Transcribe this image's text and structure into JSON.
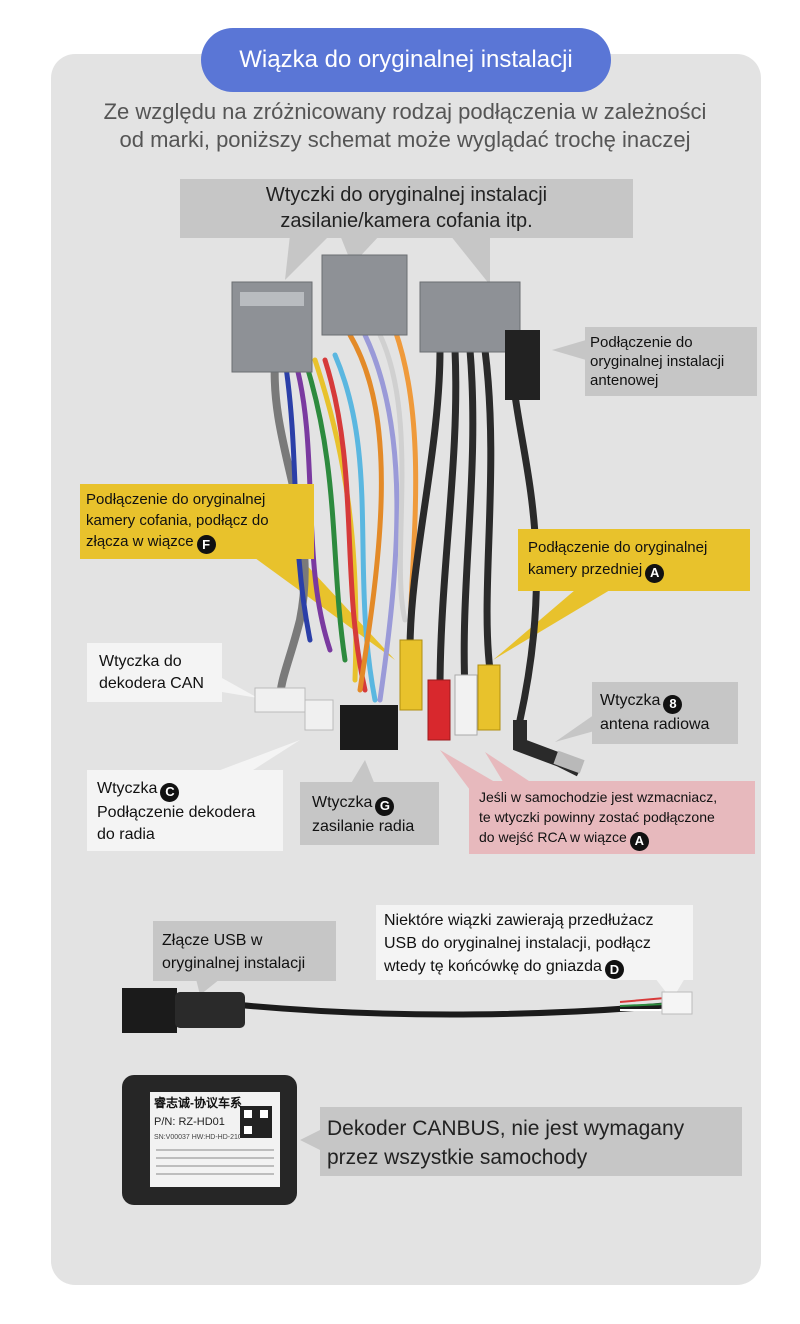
{
  "title": "Wiązka do oryginalnej instalacji",
  "subtitle": {
    "line1": "Ze względu na zróżnicowany rodzaj podłączenia w zależności",
    "line2": "od marki, poniższy schemat może wyglądać trochę inaczej"
  },
  "labels": {
    "top_plugs": {
      "line1": "Wtyczki do oryginalnej instalacji",
      "line2": "zasilanie/kamera cofania itp."
    },
    "antenna_connection": {
      "line1": "Podłączenie do",
      "line2": "oryginalnej instalacji",
      "line3": "antenowej"
    },
    "rear_camera": {
      "line1": "Podłączenie do oryginalnej",
      "line2": "kamery cofania, podłącz do",
      "line3": "złącza w wiązce",
      "badge": "F"
    },
    "front_camera": {
      "line1": "Podłączenie do oryginalnej",
      "line2": "kamery przedniej",
      "badge": "A"
    },
    "can_plug": {
      "line1": "Wtyczka do",
      "line2": "dekodera CAN"
    },
    "radio_antenna": {
      "line1": "Wtyczka",
      "badge": "8",
      "line2": "antena radiowa"
    },
    "decoder_plug": {
      "line1": "Wtyczka",
      "badge": "C",
      "line2": "Podłączenie dekodera",
      "line3": "do radia"
    },
    "radio_power": {
      "line1": "Wtyczka",
      "badge": "G",
      "line2": "zasilanie radia"
    },
    "amplifier": {
      "line1": "Jeśli w samochodzie jest wzmacniacz,",
      "line2": "te wtyczki powinny zostać podłączone",
      "line3": "do wejść RCA w wiązce",
      "badge": "A"
    },
    "usb_connector": {
      "line1": "Złącze USB w",
      "line2": "oryginalnej instalacji"
    },
    "usb_extension": {
      "line1": "Niektóre wiązki zawierają przedłużacz",
      "line2": "USB do oryginalnej instalacji, podłącz",
      "line3": "wtedy tę końcówkę do gniazda",
      "badge": "D"
    },
    "canbus_decoder": {
      "line1": "Dekoder CANBUS, nie jest wymagany",
      "line2": "przez wszystkie samochody"
    }
  },
  "decoder_box": {
    "brand": "睿志诚-协议车系",
    "pn": "P/N: RZ-HD01",
    "sn": "SN:V00037  HW:HD-HD-2107"
  },
  "colors": {
    "title_bg": "#5a76d6",
    "yellow_label": "#e8c22c",
    "pink_label": "#e7b9bd",
    "grey_label": "#c6c6c6"
  }
}
